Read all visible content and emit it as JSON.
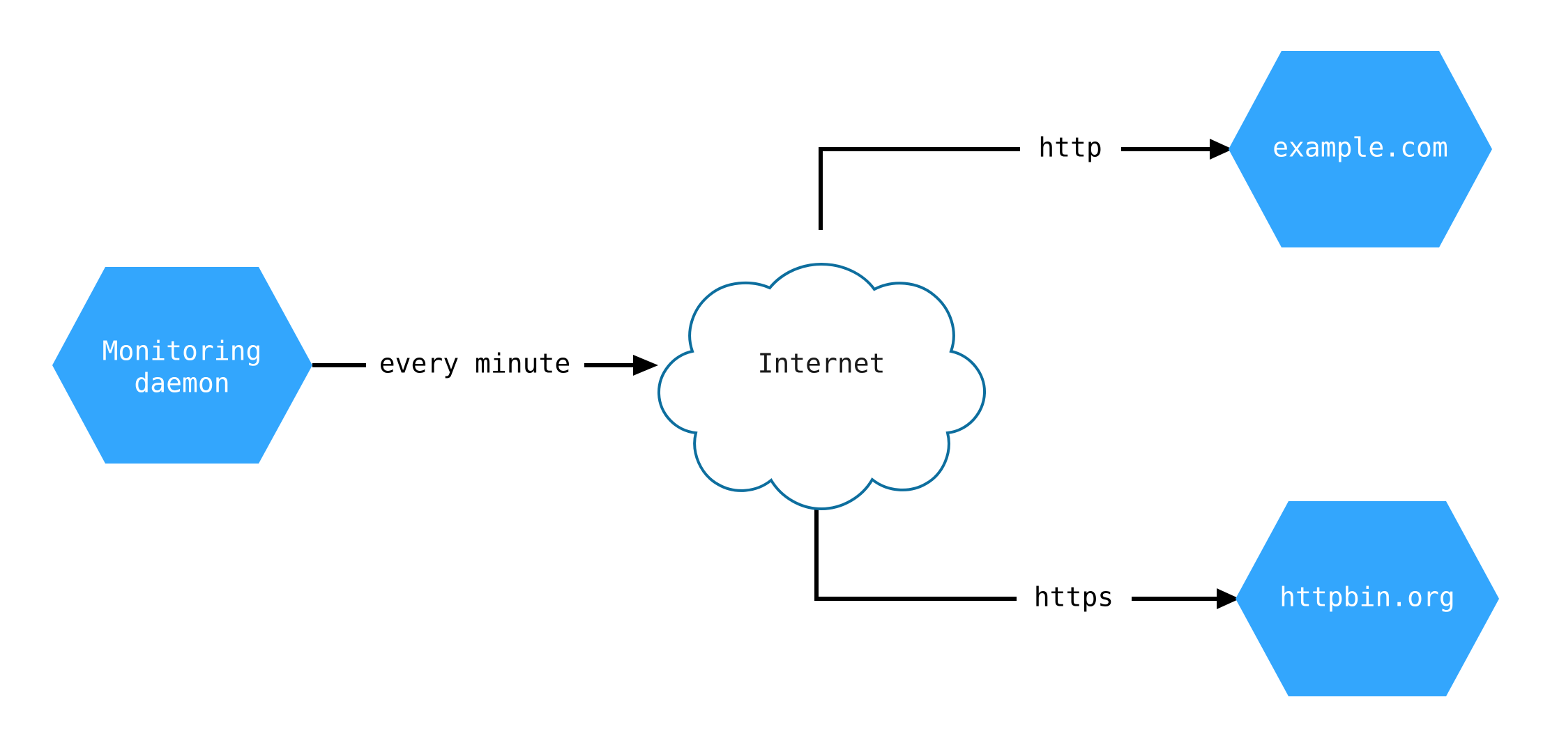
{
  "diagram": {
    "type": "network-flow-diagram",
    "background_color": "#ffffff",
    "node_fill_color": "#33a6fd",
    "node_text_color": "#ffffff",
    "cloud_stroke_color": "#0d6e9e",
    "edge_color": "#000000",
    "nodes": [
      {
        "id": "monitoring-daemon",
        "shape": "hexagon",
        "label_line1": "Monitoring",
        "label_line2": "daemon",
        "fill": "#33a6fd",
        "text_color": "#ffffff"
      },
      {
        "id": "internet",
        "shape": "cloud",
        "label": "Internet",
        "fill": "#ffffff",
        "stroke": "#0d6e9e",
        "text_color": "#1a1a1a"
      },
      {
        "id": "example-com",
        "shape": "hexagon",
        "label": "example.com",
        "fill": "#33a6fd",
        "text_color": "#ffffff"
      },
      {
        "id": "httpbin-org",
        "shape": "hexagon",
        "label": "httpbin.org",
        "fill": "#33a6fd",
        "text_color": "#ffffff"
      }
    ],
    "edges": [
      {
        "id": "daemon-to-internet",
        "from": "monitoring-daemon",
        "to": "internet",
        "label": "every minute",
        "arrow": "to"
      },
      {
        "id": "internet-to-example",
        "from": "internet",
        "to": "example-com",
        "label": "http",
        "arrow": "to"
      },
      {
        "id": "internet-to-httpbin",
        "from": "internet",
        "to": "httpbin-org",
        "label": "https",
        "arrow": "to"
      }
    ]
  }
}
